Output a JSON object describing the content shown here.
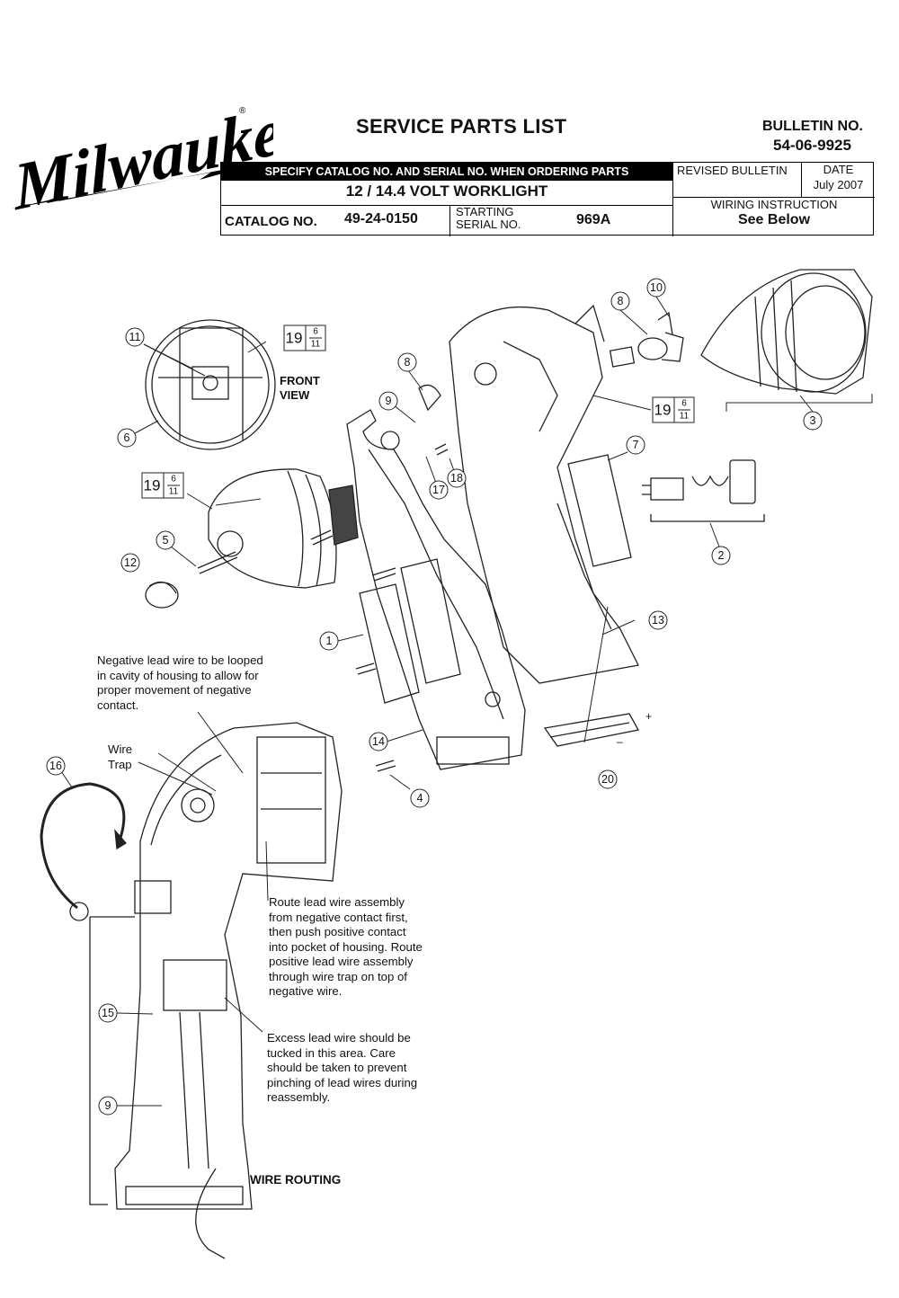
{
  "brand": {
    "logo_text": "Milwaukee",
    "registered_mark": "®"
  },
  "header": {
    "title": "SERVICE PARTS LIST",
    "bulletin_label": "BULLETIN NO.",
    "bulletin_no": "54-06-9925",
    "specify_note": "SPECIFY CATALOG NO. AND SERIAL NO. WHEN ORDERING PARTS",
    "product_name": "12 / 14.4 VOLT WORKLIGHT",
    "revised_bulletin_label": "REVISED BULLETIN",
    "date_label": "DATE",
    "date_value": "July 2007",
    "wiring_label": "WIRING INSTRUCTION",
    "wiring_value": "See Below",
    "catalog_label": "CATALOG NO.",
    "catalog_no": "49-24-0150",
    "starting_serial_label": "STARTING SERIAL NO.",
    "starting_serial_no": "969A"
  },
  "diagram": {
    "view_label": "FRONT VIEW",
    "ref_labels": {
      "main": "19",
      "num": "6",
      "den": "11"
    },
    "callouts": [
      "1",
      "2",
      "3",
      "4",
      "5",
      "6",
      "7",
      "8",
      "8",
      "9",
      "9",
      "10",
      "11",
      "12",
      "13",
      "14",
      "15",
      "16",
      "17",
      "18",
      "20"
    ],
    "polarity_plus": "+",
    "polarity_minus": "–",
    "notes": {
      "negative_lead": "Negative lead wire to be looped in cavity of housing to allow for proper movement of negative contact.",
      "wire_trap": "Wire Trap",
      "route_lead": "Route lead wire assembly from negative contact first, then push positive contact into pocket of housing. Route positive lead wire assembly through wire trap on top of negative wire.",
      "excess_lead": "Excess lead wire should be tucked in this area. Care should be taken to prevent pinching of lead wires during reassembly.",
      "wire_routing": "WIRE ROUTING"
    }
  }
}
